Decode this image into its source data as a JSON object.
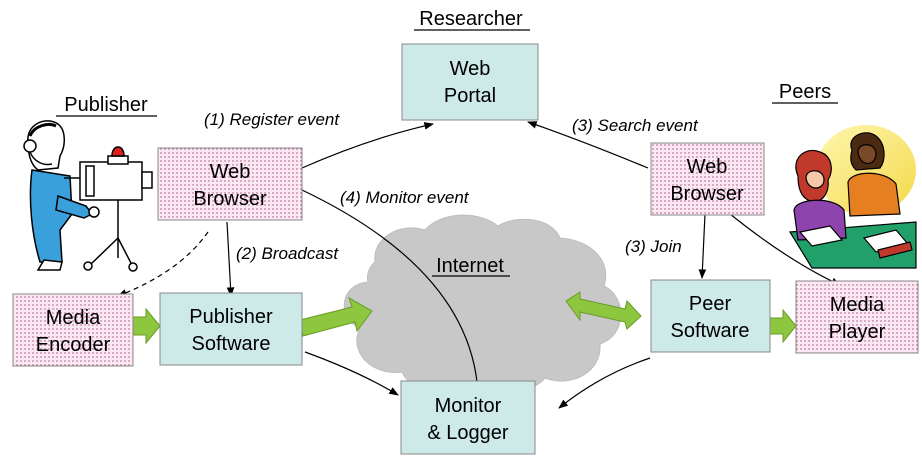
{
  "roles": {
    "researcher": "Researcher",
    "publisher": "Publisher",
    "peers": "Peers"
  },
  "boxes": {
    "web_portal": [
      "Web",
      "Portal"
    ],
    "publisher_web_browser": [
      "Web",
      "Browser"
    ],
    "peer_web_browser": [
      "Web",
      "Browser"
    ],
    "media_encoder": [
      "Media",
      "Encoder"
    ],
    "publisher_software": [
      "Publisher",
      "Software"
    ],
    "peer_software": [
      "Peer",
      "Software"
    ],
    "media_player": [
      "Media",
      "Player"
    ],
    "monitor_logger": [
      "Monitor",
      "& Logger"
    ]
  },
  "cloud_label": "Internet",
  "edge_labels": {
    "register": "(1) Register event",
    "broadcast": "(2) Broadcast",
    "search": "(3) Search event",
    "join": "(3) Join",
    "monitor": "(4) Monitor event"
  },
  "colors": {
    "teal_box": "#cde9e8",
    "dotted_box": "#fbe8f3",
    "cloud": "#c8c8c8",
    "green_arrow": "#8dc63f"
  }
}
